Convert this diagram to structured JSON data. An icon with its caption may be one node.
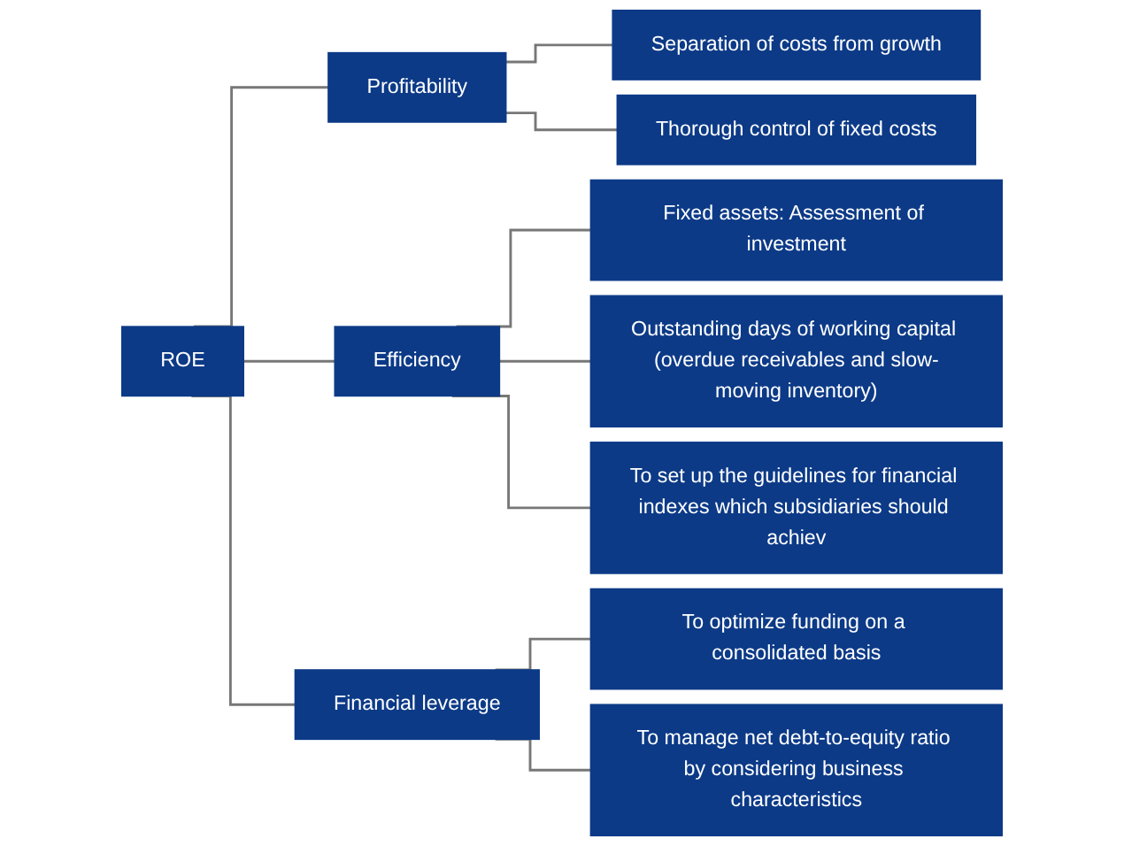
{
  "diagram": {
    "nodes": [
      {
        "text": [
          "ROE"
        ]
      },
      {
        "text": [
          "Profitability"
        ]
      },
      {
        "text": [
          "Separation of costs from growth"
        ]
      },
      {
        "text": [
          "Thorough control of fixed costs"
        ]
      },
      {
        "text": [
          "Efficiency"
        ]
      },
      {
        "text": [
          "Fixed assets: Assessment of investment"
        ]
      },
      {
        "text": [
          "Outstanding days of working capital (overdue receivables and slow-moving inventory)"
        ]
      },
      {
        "text": [
          "To set up the guidelines for financial indexes which subsidiaries should achiev"
        ]
      },
      {
        "text": [
          "Financial leverage"
        ]
      },
      {
        "text": [
          "To optimize funding on a consolidated basis"
        ]
      },
      {
        "text": [
          "To manage net debt-to-equity ratio by considering business characteristics"
        ]
      }
    ],
    "edges": [
      {
        "from": 0,
        "to": 1,
        "arrow": "none"
      },
      {
        "from": 0,
        "to": 4,
        "arrow": "none"
      },
      {
        "from": 0,
        "to": 8,
        "arrow": "none"
      },
      {
        "from": 1,
        "to": 2,
        "arrow": "none"
      },
      {
        "from": 1,
        "to": 3,
        "arrow": "none"
      },
      {
        "from": 4,
        "to": 5,
        "arrow": "none"
      },
      {
        "from": 4,
        "to": 6,
        "arrow": "none"
      },
      {
        "from": 4,
        "to": 7,
        "arrow": "none"
      },
      {
        "from": 8,
        "to": 9,
        "arrow": "none"
      },
      {
        "from": 8,
        "to": 10,
        "arrow": "none"
      }
    ]
  }
}
